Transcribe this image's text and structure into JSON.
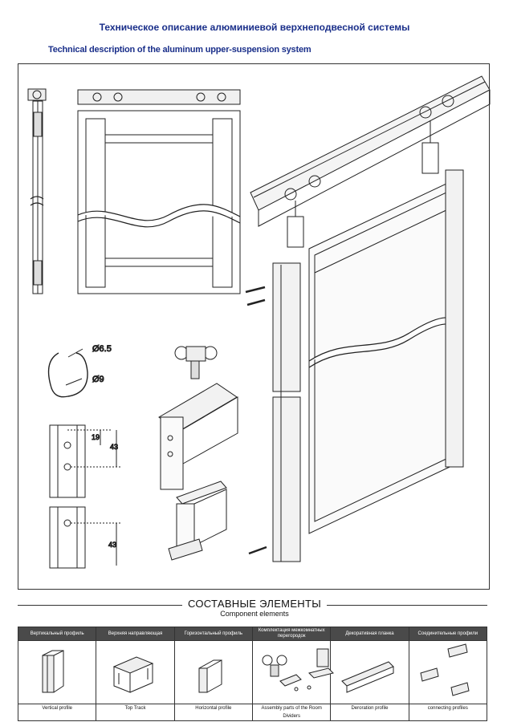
{
  "header": {
    "title_ru": "Техническое описание алюминиевой верхнеподвесной системы",
    "title_en": "Technical description of the aluminum upper-suspension system"
  },
  "dimensions": {
    "hole_large": "Ø6.5",
    "hole_small": "Ø9",
    "spacing_a": "19",
    "spacing_b": "43",
    "spacing_c": "43"
  },
  "components_section": {
    "title_ru": "СОСТАВНЫЕ ЭЛЕМЕНТЫ",
    "title_en": "Component elements",
    "items": [
      {
        "label_ru": "Вертикальный профиль",
        "label_en": "Vertical profile"
      },
      {
        "label_ru": "Верхняя направляющая",
        "label_en": "Top Track"
      },
      {
        "label_ru": "Горизонтальный профиль",
        "label_en": "Horizontal profile"
      },
      {
        "label_ru": "Комплектация межкомнатных перегородок",
        "label_en": "Assembly parts of the Room Dividers"
      },
      {
        "label_ru": "Декоративная планка",
        "label_en": "Deroration profile"
      },
      {
        "label_ru": "Соединительные профили",
        "label_en": "connecting profiles"
      }
    ]
  },
  "colors": {
    "title": "#1a2f8a",
    "header_cell": "#4a4a4a"
  }
}
